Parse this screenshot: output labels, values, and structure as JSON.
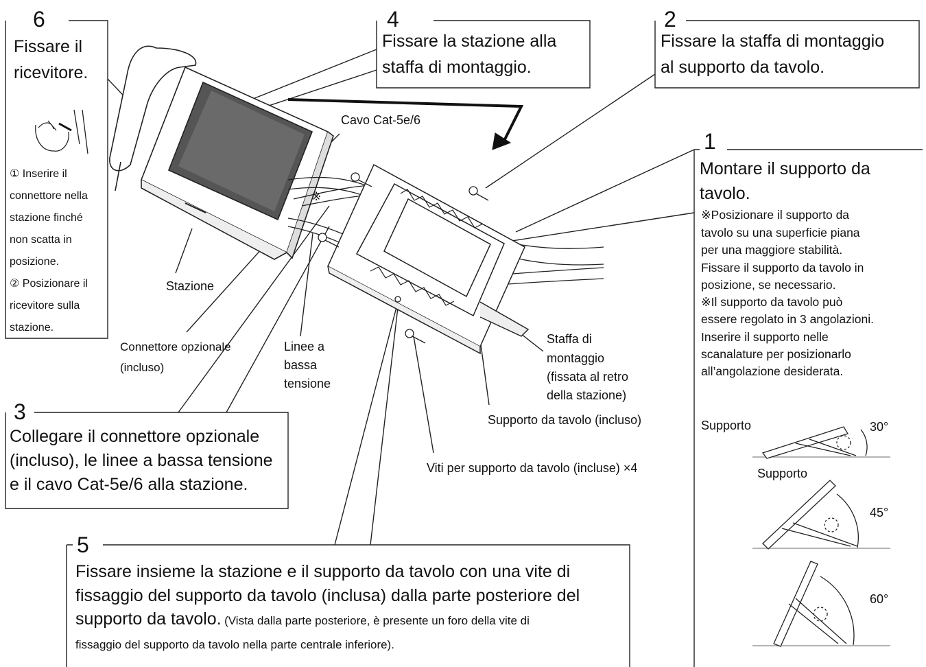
{
  "steps": {
    "s1": {
      "num": "1",
      "title_l1": "Montare il supporto da",
      "title_l2": "tavolo.",
      "notes": [
        "※Posizionare il supporto da",
        "tavolo su una superficie piana",
        "per una maggiore stabilità.",
        "Fissare il supporto da tavolo in",
        "posizione, se necessario.",
        "※Il supporto da tavolo può",
        "essere regolato in 3 angolazioni.",
        "Inserire il supporto nelle",
        "scanalature per posizionarlo",
        "all’angolazione desiderata."
      ]
    },
    "s2": {
      "num": "2",
      "l1": "Fissare la staffa di montaggio",
      "l2": "al supporto da tavolo."
    },
    "s3": {
      "num": "3",
      "l1": "Collegare il connettore opzionale",
      "l2": "(incluso), le linee a bassa tensione",
      "l3": "e il cavo Cat-5e/6 alla stazione."
    },
    "s4": {
      "num": "4",
      "l1": "Fissare la stazione alla",
      "l2": "staffa di montaggio."
    },
    "s5": {
      "num": "5",
      "l1": "Fissare insieme la stazione e il supporto da tavolo con una vite di",
      "l2": "fissaggio del supporto da tavolo (inclusa) dalla parte posteriore del",
      "l3_main": "supporto da tavolo.",
      "l3_small": "(Vista dalla parte posteriore, è presente un foro della vite di",
      "l4_small": "fissaggio del supporto da tavolo nella parte centrale inferiore)."
    },
    "s6": {
      "num": "6",
      "l1": "Fissare il",
      "l2": "ricevitore.",
      "notes": [
        "① Inserire il",
        "connettore nella",
        "stazione finché",
        "non scatta in",
        "posizione.",
        "② Posizionare il",
        "ricevitore sulla",
        "stazione."
      ]
    }
  },
  "labels": {
    "cavo": "Cavo Cat-5e/6",
    "stazione": "Stazione",
    "connettore_l1": "Connettore opzionale",
    "connettore_l2": "(incluso)",
    "linee_l1": "Linee a",
    "linee_l2": "bassa",
    "linee_l3": "tensione",
    "staffa_l1": "Staffa di",
    "staffa_l2": "montaggio",
    "staffa_l3": "(fissata al retro",
    "staffa_l4": "della stazione)",
    "supporto_tavolo": "Supporto da tavolo (incluso)",
    "viti": "Viti per supporto da tavolo (incluse) ×4",
    "asterisk": "※"
  },
  "angles": {
    "supporto_a": "Supporto",
    "supporto_b": "Supporto",
    "a30": "30°",
    "a45": "45°",
    "a60": "60°"
  }
}
